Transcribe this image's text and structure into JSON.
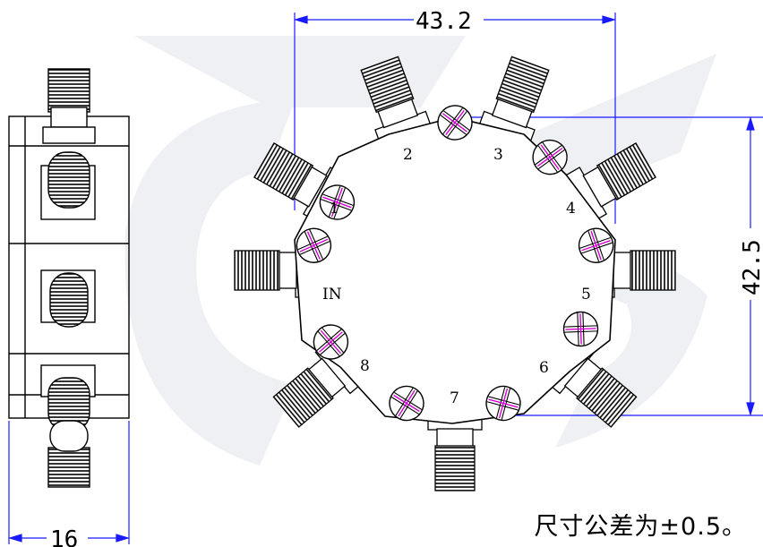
{
  "dimensions": {
    "width_top": "43.2",
    "height_right": "42.5",
    "width_side": "16"
  },
  "ports": {
    "labels": [
      "IN",
      "1",
      "2",
      "3",
      "4",
      "5",
      "6",
      "7",
      "8"
    ]
  },
  "note": "尺寸公差为±0.5。",
  "colors": {
    "outline": "#000000",
    "dimension": "#1a1aff",
    "screw_mark": "#d400d4",
    "watermark": "#eef0f4"
  }
}
